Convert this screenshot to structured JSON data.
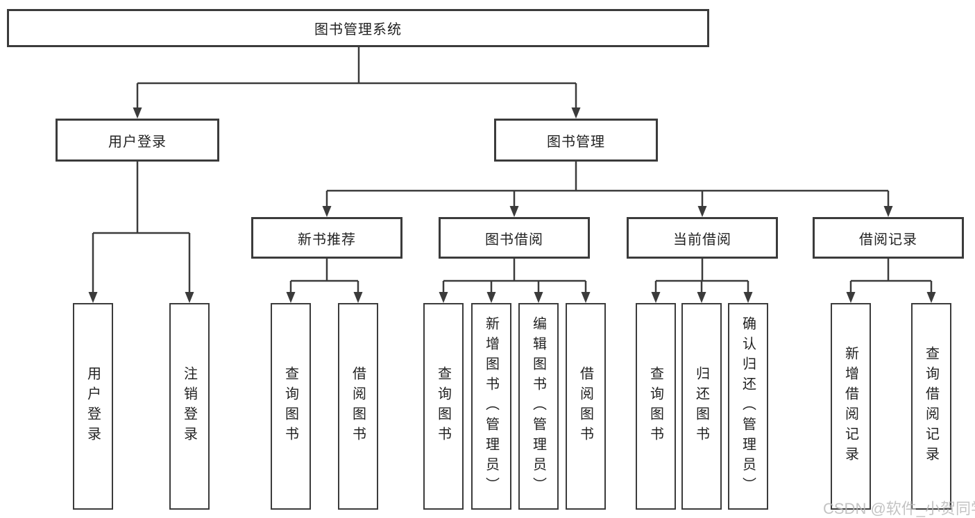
{
  "colors": {
    "line": "#3b3b3b",
    "text": "#222222",
    "box_bg": "#ffffff",
    "page_bg": "#ffffff",
    "watermark": "#b9b9b9"
  },
  "watermark": "CSDN @软件_小贺同学",
  "tree": {
    "root": {
      "label": "图书管理系统",
      "children": [
        {
          "label": "用户登录",
          "children": [
            {
              "label": "用户登录"
            },
            {
              "label": "注销登录"
            }
          ]
        },
        {
          "label": "图书管理",
          "children": [
            {
              "label": "新书推荐",
              "children": [
                {
                  "label": "查询图书"
                },
                {
                  "label": "借阅图书"
                }
              ]
            },
            {
              "label": "图书借阅",
              "children": [
                {
                  "label": "查询图书"
                },
                {
                  "label": "新增图书（管理员）"
                },
                {
                  "label": "编辑图书（管理员）"
                },
                {
                  "label": "借阅图书"
                }
              ]
            },
            {
              "label": "当前借阅",
              "children": [
                {
                  "label": "查询图书"
                },
                {
                  "label": "归还图书"
                },
                {
                  "label": "确认归还（管理员）"
                }
              ]
            },
            {
              "label": "借阅记录",
              "children": [
                {
                  "label": "新增借阅记录"
                },
                {
                  "label": "查询借阅记录"
                }
              ]
            }
          ]
        }
      ]
    }
  }
}
